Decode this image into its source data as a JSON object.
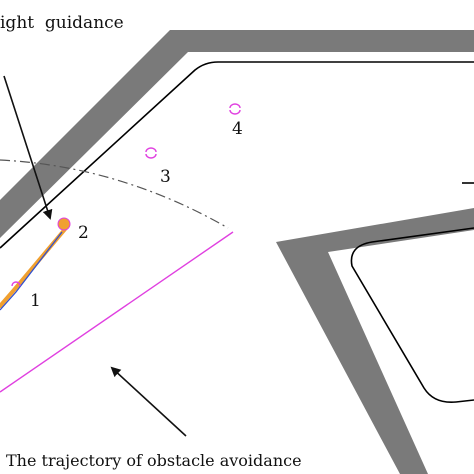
{
  "labels": {
    "top_text": "ight  guidance",
    "bottom_text": "The trajectory of obstacle avoidance",
    "point_1": "1",
    "point_2": "2",
    "point_3": "3",
    "point_4": "4"
  },
  "colors": {
    "wall": "#7a7a7a",
    "inner_line": "#000000",
    "dashdot_line": "#555555",
    "magenta_line": "#e040e0",
    "markers": "#e040e0",
    "orange_path": "#f0a030",
    "blue_path": "#3050d0",
    "arrow": "#111111"
  }
}
